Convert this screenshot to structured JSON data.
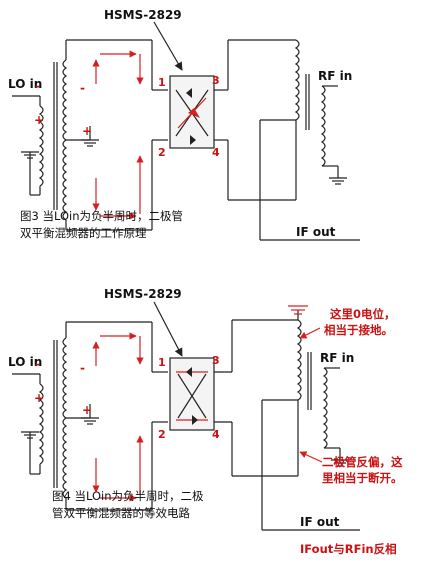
{
  "fig3": {
    "part": "HSMS-2829",
    "lo_label": "LO in",
    "rf_label": "RF in",
    "if_label": "IF out",
    "pins": [
      "1",
      "2",
      "3",
      "4"
    ],
    "plus": "+",
    "minus": "-",
    "caption_line1": "图3 当LOin为负半周时，二极管",
    "caption_line2": "双平衡混频器的工作原理"
  },
  "fig4": {
    "part": "HSMS-2829",
    "lo_label": "LO in",
    "rf_label": "RF in",
    "if_label": "IF out",
    "pins": [
      "1",
      "2",
      "3",
      "4"
    ],
    "plus": "+",
    "minus": "-",
    "caption_line1": "图4 当LOin为负半周时，二极",
    "caption_line2": "管双平衡混频器的等效电路",
    "note_top_line1": "这里0电位，",
    "note_top_line2": "相当于接地。",
    "note_bottom_line1": "二极管反偏，这",
    "note_bottom_line2": "里相当于断开。",
    "note_phase": "IFout与RFin反相"
  },
  "colors": {
    "wire": "#222222",
    "current": "#d62020",
    "diode_highlight": "#d62020"
  }
}
